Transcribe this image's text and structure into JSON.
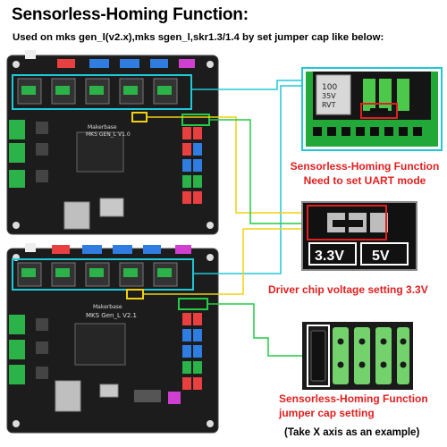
{
  "header": {
    "title": "Sensorless-Homing Function:",
    "subtitle": "Used on mks gen_l(v2.x),mks sgen_l,skr1.3/1.4 by set jumper cap like below:"
  },
  "boards": {
    "top": {
      "brand": "Makerbase",
      "model": "MKS GEN_L V1.0"
    },
    "bottom": {
      "brand": "Makerbase",
      "model": "MKS Gen_L V2.1"
    }
  },
  "callouts": {
    "uart": {
      "line1": "Sensorless-Homing Function",
      "line2": "Need to set UART mode"
    },
    "voltage": {
      "label": "Driver chip voltage setting 3.3V",
      "left_option": "3.3V",
      "right_option": "5V"
    },
    "jumper": {
      "line1": "Sensorless-Homing Function",
      "line2": "jumper cap setting",
      "note": "(Take X axis as an example)"
    }
  },
  "module": {
    "resistor_label": "100",
    "cap_label": "35V",
    "cap_label2": "RVT"
  },
  "colors": {
    "board": "#1a1a1a",
    "highlight_cyan": "#1ec8d8",
    "highlight_yellow": "#f0d010",
    "highlight_green": "#22cc44",
    "callout_red": "#e02020",
    "pcb_green": "#22a838"
  }
}
